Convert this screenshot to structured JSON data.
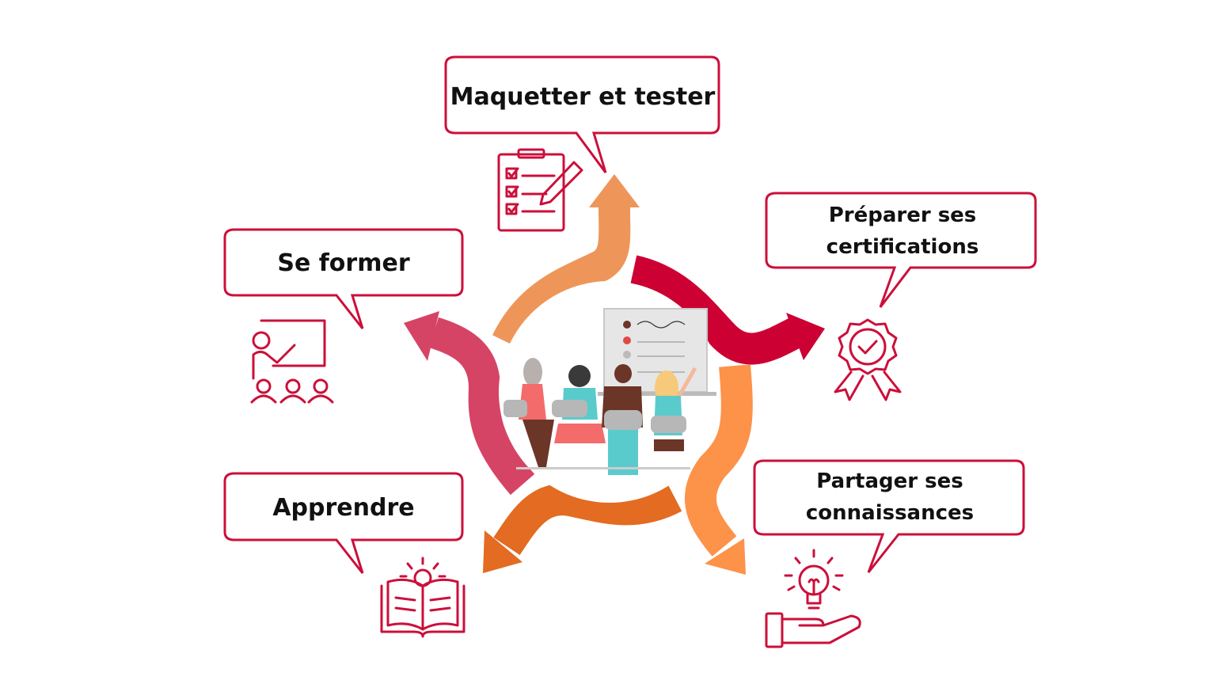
{
  "title": "Cycle de formation",
  "colors": {
    "border": "#cc0f3a",
    "arrow_top": "#ee9659",
    "arrow_right": "#cc0033",
    "arrow_bottom_right": "#fd9249",
    "arrow_bottom": "#e36b22",
    "arrow_left": "#d64465"
  },
  "steps": [
    {
      "label": "Maquetter et tester",
      "icon": "checklist-pencil-icon"
    },
    {
      "label_line1": "Préparer ses",
      "label_line2": "certifications",
      "icon": "award-ribbon-icon"
    },
    {
      "label_line1": "Partager ses",
      "label_line2": "connaissances",
      "icon": "lightbulb-hand-icon"
    },
    {
      "label": "Apprendre",
      "icon": "open-book-lightbulb-icon"
    },
    {
      "label": "Se former",
      "icon": "teacher-classroom-icon"
    }
  ]
}
